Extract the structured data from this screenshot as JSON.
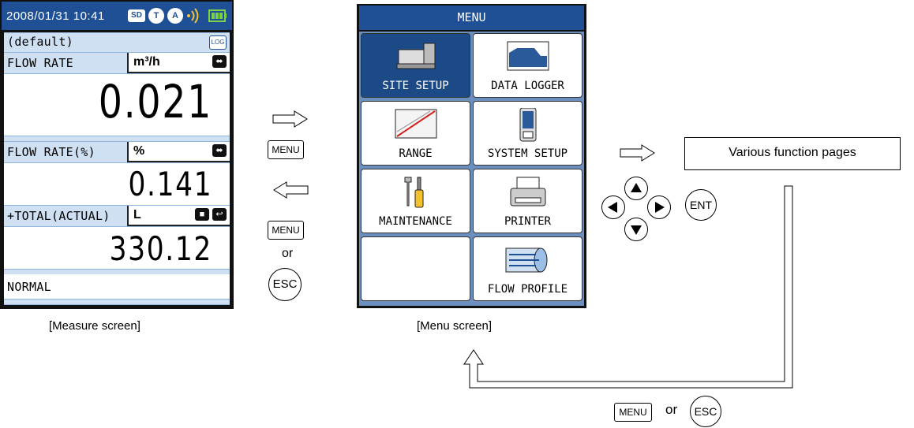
{
  "measure_screen": {
    "datetime": "2008/01/31  10:41",
    "status_icons": [
      "sd-card-icon",
      "t-icon",
      "a-icon",
      "signal-icon",
      "battery-icon"
    ],
    "status_icon_labels": {
      "sd": "SD",
      "t": "T",
      "a": "A"
    },
    "site_name": "(default)",
    "log_label": "LOG",
    "row1": {
      "label": "FLOW RATE",
      "unit": "m³/h",
      "value": "0.021"
    },
    "row2": {
      "label": "FLOW RATE(%)",
      "unit": "%",
      "value": "0.141"
    },
    "row3": {
      "label": "+TOTAL(ACTUAL)",
      "unit": "L",
      "value": "330.12"
    },
    "status": "NORMAL",
    "caption": "[Measure screen]"
  },
  "menu_screen": {
    "title": "MENU",
    "items": [
      {
        "label": "SITE SETUP"
      },
      {
        "label": "DATA LOGGER"
      },
      {
        "label": "RANGE"
      },
      {
        "label": "SYSTEM SETUP"
      },
      {
        "label": "MAINTENANCE"
      },
      {
        "label": "PRINTER"
      },
      {
        "label": ""
      },
      {
        "label": "FLOW PROFILE"
      }
    ],
    "caption": "[Menu screen]"
  },
  "transitions": {
    "menu_key": "MENU",
    "menu_key_back": "MENU",
    "or_text": "or",
    "esc_key": "ESC",
    "ent_key": "ENT",
    "function_pages": "Various function pages",
    "bottom_menu_key": "MENU",
    "bottom_or_text": "or",
    "bottom_esc_key": "ESC"
  },
  "colors": {
    "title_bar": "#1f4f94",
    "band": "#cfe0f2",
    "selected_item": "#1c4a86",
    "grid_bg": "#6b8fbf"
  }
}
